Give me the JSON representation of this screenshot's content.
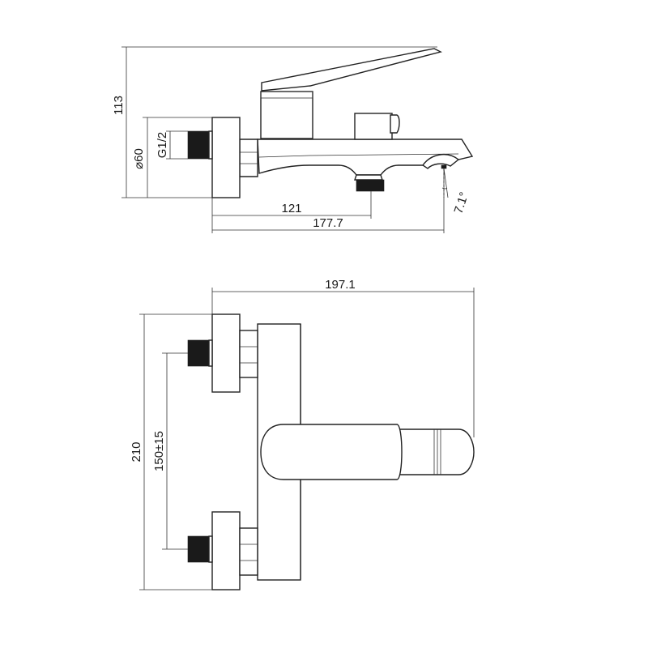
{
  "dimensions": {
    "height_top": "113",
    "diameter": "60",
    "thread": "G1/2",
    "inlet_distance": "121",
    "total_length": "177.7",
    "spout_angle": "7.1°",
    "width_bottom": "197.1",
    "height_bottom": "210",
    "centers": "150±15"
  },
  "symbols": {
    "diameter": "⌀"
  },
  "colors": {
    "line": "#222222",
    "text": "#1a1a1a",
    "background": "#ffffff"
  }
}
